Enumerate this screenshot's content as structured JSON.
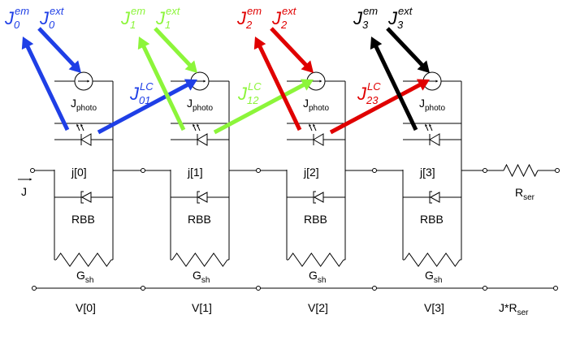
{
  "colors": {
    "cell0": "#1f3fe6",
    "cell1": "#8cf53a",
    "cell2": "#e00000",
    "cell3": "#000000",
    "wire": "#000000"
  },
  "input_label": "J",
  "series_resistor": {
    "base": "R",
    "sub": "ser"
  },
  "total_voltage": {
    "prefix": "J*R",
    "sub": "ser"
  },
  "cells": [
    {
      "node": "j[0]",
      "rbb": "RBB",
      "photo_base": "J",
      "photo_sub": "photo",
      "gsh_base": "G",
      "gsh_sub": "sh",
      "voltage": "V[0]",
      "em": {
        "base": "J",
        "sub": "0",
        "sup": "em"
      },
      "ext": {
        "base": "J",
        "sub": "0",
        "sup": "ext"
      },
      "lc": {
        "base": "J",
        "sub": "01",
        "sup": "LC"
      }
    },
    {
      "node": "j[1]",
      "rbb": "RBB",
      "photo_base": "J",
      "photo_sub": "photo",
      "gsh_base": "G",
      "gsh_sub": "sh",
      "voltage": "V[1]",
      "em": {
        "base": "J",
        "sub": "1",
        "sup": "em"
      },
      "ext": {
        "base": "J",
        "sub": "1",
        "sup": "ext"
      },
      "lc": {
        "base": "J",
        "sub": "12",
        "sup": "LC"
      }
    },
    {
      "node": "j[2]",
      "rbb": "RBB",
      "photo_base": "J",
      "photo_sub": "photo",
      "gsh_base": "G",
      "gsh_sub": "sh",
      "voltage": "V[2]",
      "em": {
        "base": "J",
        "sub": "2",
        "sup": "em"
      },
      "ext": {
        "base": "J",
        "sub": "2",
        "sup": "ext"
      },
      "lc": {
        "base": "J",
        "sub": "23",
        "sup": "LC"
      }
    },
    {
      "node": "j[3]",
      "rbb": "RBB",
      "photo_base": "J",
      "photo_sub": "photo",
      "gsh_base": "G",
      "gsh_sub": "sh",
      "voltage": "V[3]",
      "em": {
        "base": "J",
        "sub": "3",
        "sup": "em"
      },
      "ext": {
        "base": "J",
        "sub": "3",
        "sup": "ext"
      },
      "lc": null
    }
  ]
}
